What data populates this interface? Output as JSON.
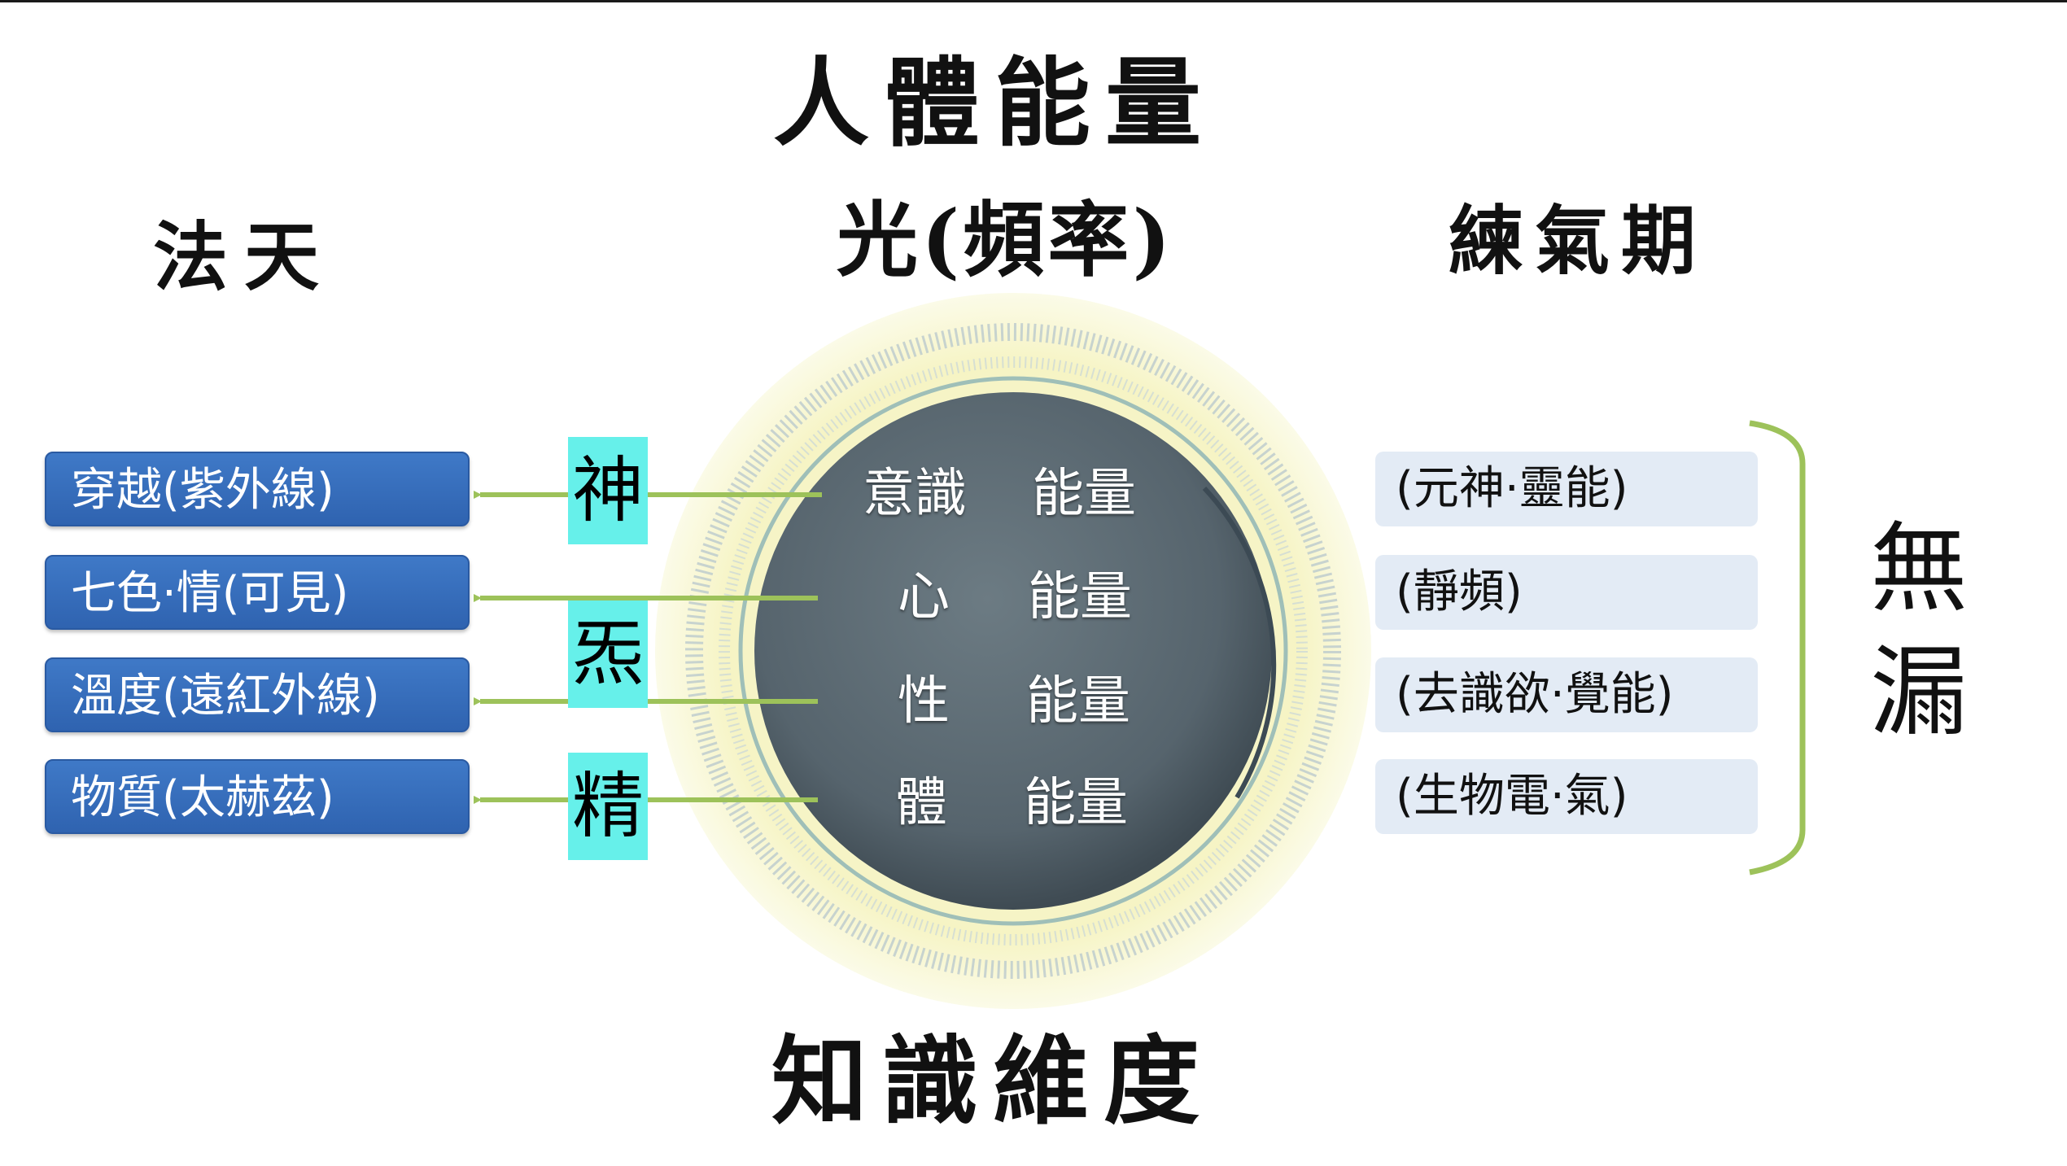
{
  "title": "人體能量",
  "center_heading": "光(頻率)",
  "left_heading": "法天",
  "right_heading": "練氣期",
  "bottom_heading": "知識維度",
  "left_items": [
    "穿越(紫外線)",
    "七色·情(可見)",
    "溫度(遠紅外線)",
    "物質(太赫茲)"
  ],
  "tags": [
    "神",
    "炁",
    "精"
  ],
  "center_items": [
    {
      "name": "意識",
      "energy": "能量"
    },
    {
      "name": "心",
      "energy": "能量"
    },
    {
      "name": "性",
      "energy": "能量"
    },
    {
      "name": "體",
      "energy": "能量"
    }
  ],
  "right_items": [
    "(元神·靈能)",
    "(靜頻)",
    "(去識欲·覺能)",
    "(生物電·氣)"
  ],
  "bracket_label": [
    "無",
    "漏"
  ],
  "colors": {
    "left_box": "#3a72c0",
    "right_box": "#e3ebf5",
    "tag_bg": "#66f0ea",
    "arrow": "#9dc25a",
    "circle_core": "#5c6a73",
    "glow": "#f7f6c8",
    "bracket": "#9dc25a"
  }
}
